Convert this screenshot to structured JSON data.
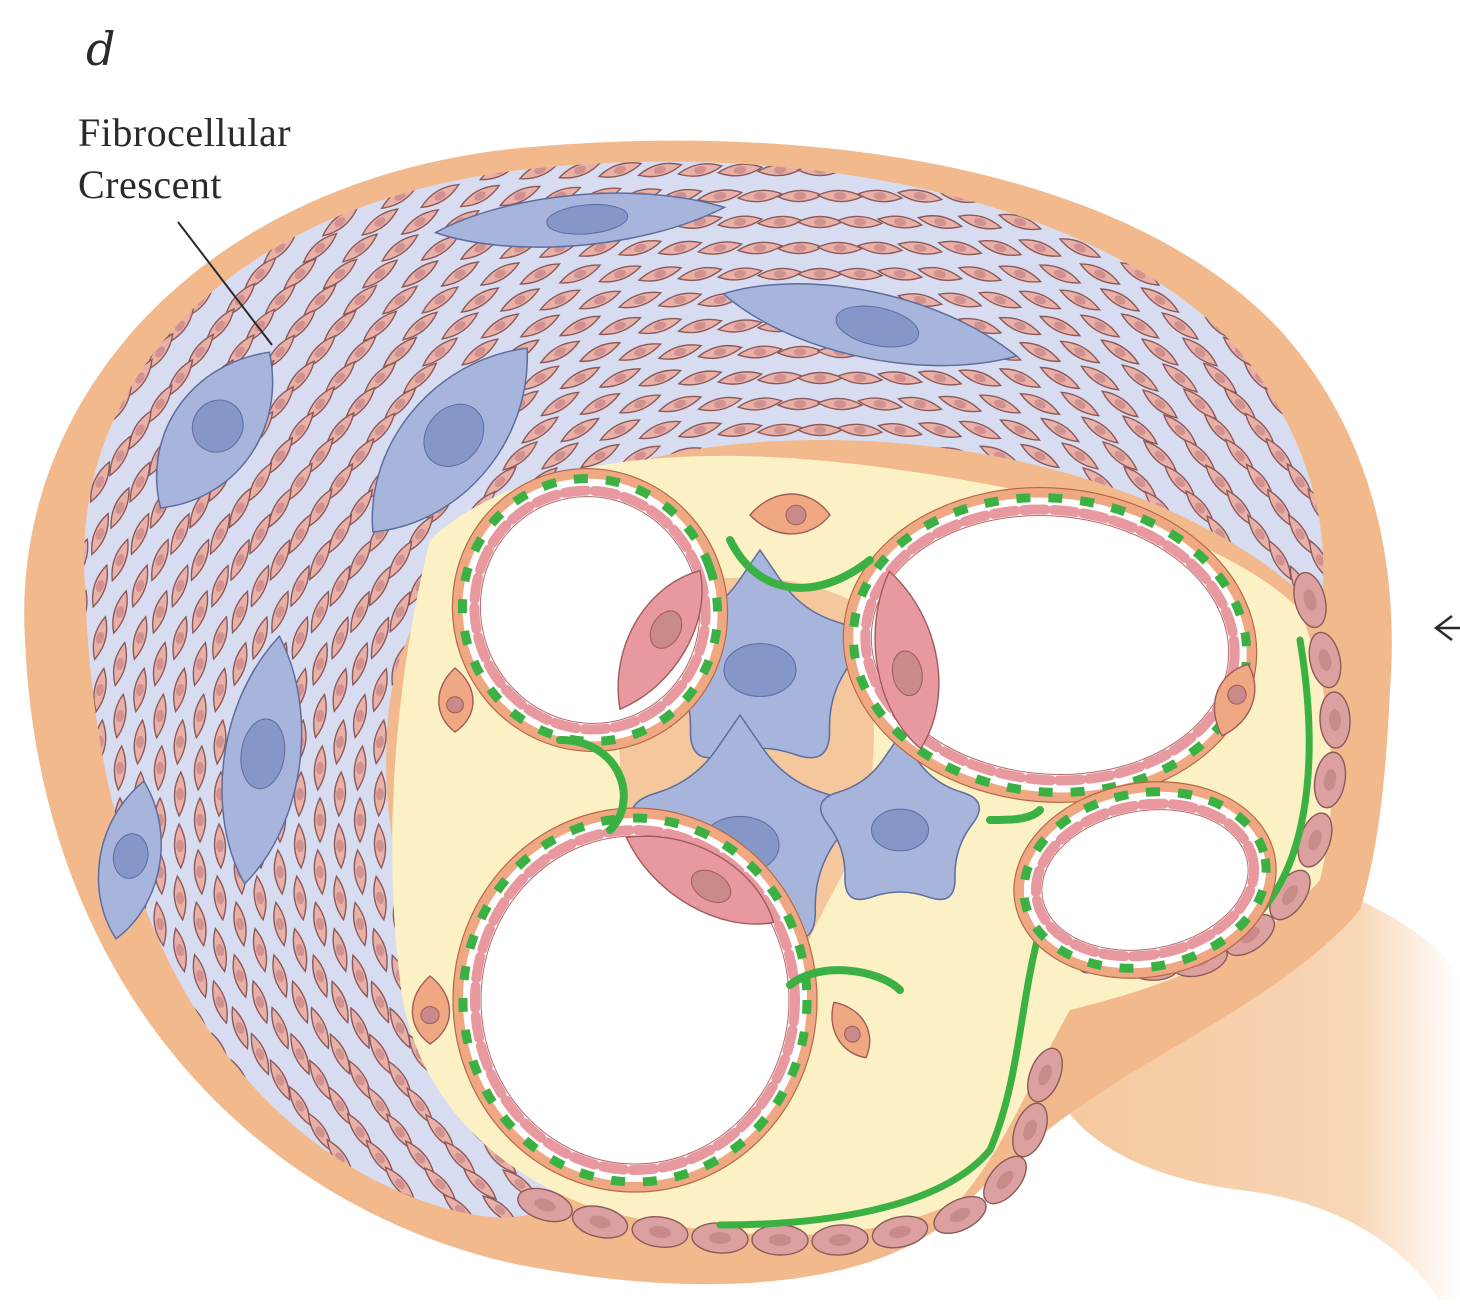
{
  "figure": {
    "panel_letter": "d",
    "label_lines": [
      "Fibrocellular",
      "Crescent"
    ]
  },
  "colors": {
    "capsule": "#f2b98c",
    "crescent_matrix": "#d8dcf0",
    "fibroblast": "#e9b0a8",
    "fibroblast_stroke": "#8a5a5a",
    "fibroblast_nucleus": "#c98a8a",
    "macrophage": "#a7b5dd",
    "macrophage_stroke": "#5d6d9e",
    "macrophage_nucleus": "#8596c8",
    "urinary_space": "#fbf1c4",
    "podocyte": "#f0a882",
    "endothelium": "#e7999f",
    "basement_membrane": "#3bb143",
    "parietal_cell": "#dda0a0",
    "tuft_stalk": "#f5c79c"
  },
  "icons": {
    "arrow": "left-arrow-icon"
  }
}
